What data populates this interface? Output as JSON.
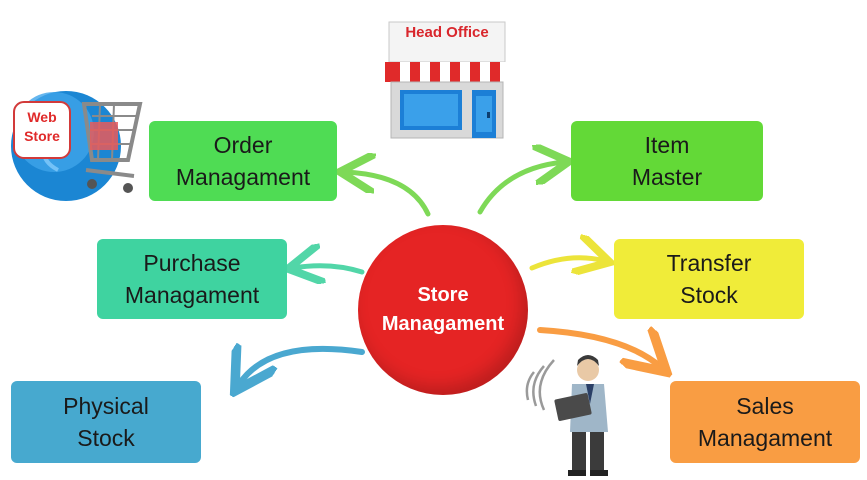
{
  "colors": {
    "order": "#4fdc54",
    "item": "#63d937",
    "purchase": "#3fd3a0",
    "transfer": "#f0ec39",
    "physical": "#47a9cf",
    "sales": "#f99d43",
    "center": "#e52424",
    "arrow_green": "#7ed957",
    "arrow_teal": "#52d6a8",
    "arrow_yellow": "#ece43a",
    "arrow_blue": "#4aa8d0",
    "arrow_orange": "#f99d43"
  },
  "center": {
    "label": "Store\nManagament"
  },
  "nodes": {
    "order": "Order\nManagament",
    "item": "Item\nMaster",
    "purchase": "Purchase\nManagament",
    "transfer": "Transfer\nStock",
    "physical": "Physical\nStock",
    "sales": "Sales\nManagament"
  },
  "head_office": {
    "sign": "Head Office"
  },
  "web_store": {
    "sign": "Web\nStore"
  },
  "icons": [
    "shop-icon",
    "web-store-cart-icon",
    "user-laptop-icon"
  ]
}
